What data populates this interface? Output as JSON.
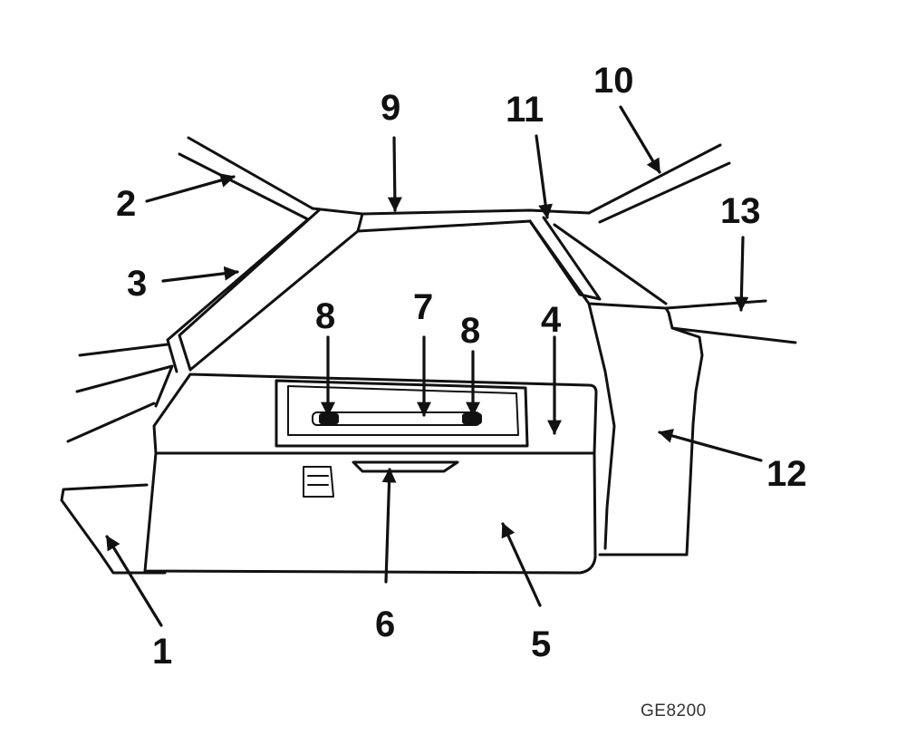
{
  "callouts": {
    "c1": "1",
    "c2": "2",
    "c3": "3",
    "c4": "4",
    "c5": "5",
    "c6": "6",
    "c7": "7",
    "c8a": "8",
    "c8b": "8",
    "c9": "9",
    "c10": "10",
    "c11": "11",
    "c12": "12",
    "c13": "13"
  },
  "reference_code": "GE8200"
}
